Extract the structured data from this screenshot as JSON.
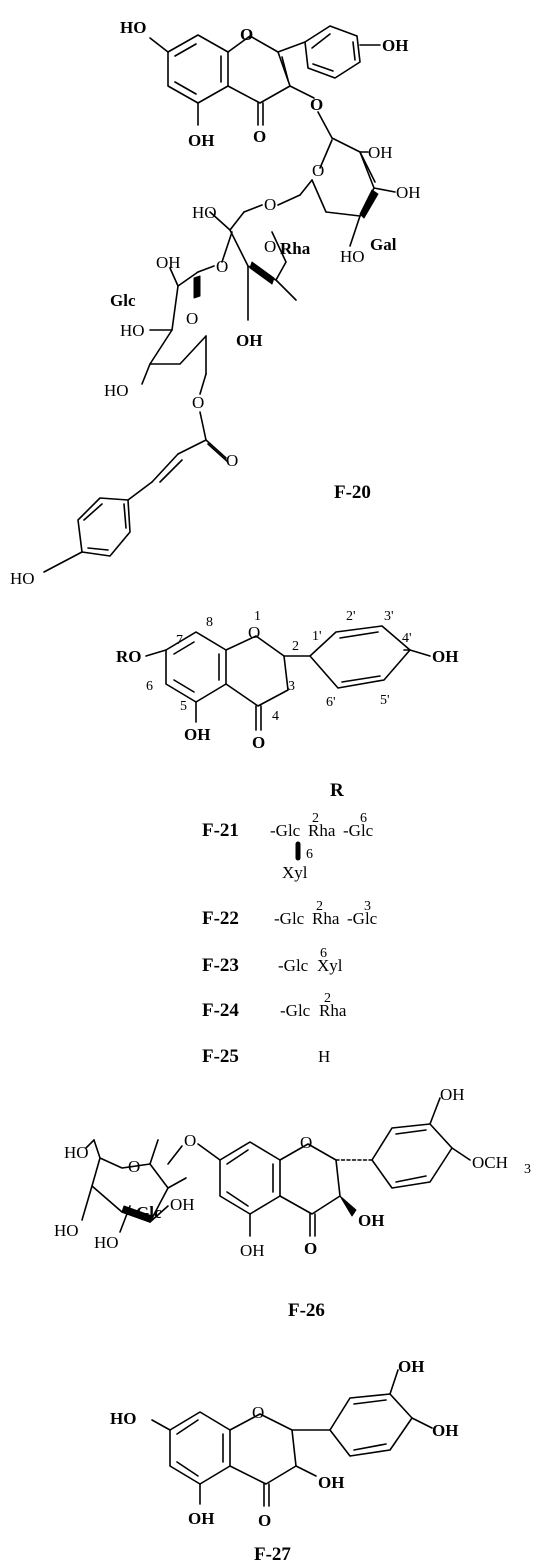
{
  "compounds": {
    "f20": {
      "label": "F-20",
      "atoms": {
        "ho7": "HO",
        "oh5": "OH",
        "ketone_o": "O",
        "ring_o": "O",
        "oh4p": "OH",
        "o3": "O",
        "gal_ring_o": "O",
        "gal_oh2": "OH",
        "gal_oh3": "OH",
        "gal_oh4": "HO",
        "gal_o6": "O",
        "rha_ho": "HO",
        "rha_ring_o": "O",
        "rha_oh": "OH",
        "rha_o4": "O",
        "glc_oh": "OH",
        "glc_ho3": "HO",
        "glc_ho4": "HO",
        "glc_ring_o": "O",
        "glc_o6": "O",
        "ester_o": "O",
        "cou_ho": "HO"
      },
      "sugars": {
        "gal": "Gal",
        "rha": "Rha",
        "glc": "Glc"
      }
    },
    "flavanone": {
      "atoms": {
        "ro": "RO",
        "ring_o": "O",
        "oh5": "OH",
        "ketone_o": "O",
        "oh4p": "OH"
      },
      "positions": [
        "1",
        "2",
        "3",
        "4",
        "5",
        "6",
        "7",
        "8",
        "1'",
        "2'",
        "3'",
        "4'",
        "5'",
        "6'"
      ]
    },
    "r_header": "R",
    "r_table": [
      {
        "label": "F-21",
        "chain": "-Glc",
        "link1": "2",
        "sugar2": "Rha",
        "link2": "6",
        "sugar3": "-Glc",
        "branch_pos": "6",
        "branch": "Xyl"
      },
      {
        "label": "F-22",
        "chain": "-Glc",
        "link1": "2",
        "sugar2": "Rha",
        "link2": "3",
        "sugar3": "-Glc"
      },
      {
        "label": "F-23",
        "chain": "-Glc",
        "link1": "6",
        "sugar2": "Xyl"
      },
      {
        "label": "F-24",
        "chain": "-Glc",
        "link1": "2",
        "sugar2": "Rha"
      },
      {
        "label": "F-25",
        "chain": "H"
      }
    ],
    "f26": {
      "label": "F-26",
      "atoms": {
        "glc_ho6": "HO",
        "glc_ring_o": "O",
        "glc_oh2": "OH",
        "glc_ho3": "HO",
        "glc_ho4": "HO",
        "glc_name": "Glc",
        "o7": "O",
        "ring_o": "O",
        "oh5": "OH",
        "ketone_o": "O",
        "oh3": "OH",
        "oh3p": "OH",
        "och3": "OCH",
        "och3_sub": "3"
      }
    },
    "f27": {
      "label": "F-27",
      "atoms": {
        "ho7": "HO",
        "ring_o": "O",
        "oh5": "OH",
        "ketone_o": "O",
        "oh3": "OH",
        "oh3p": "OH",
        "oh4p": "OH"
      }
    }
  }
}
